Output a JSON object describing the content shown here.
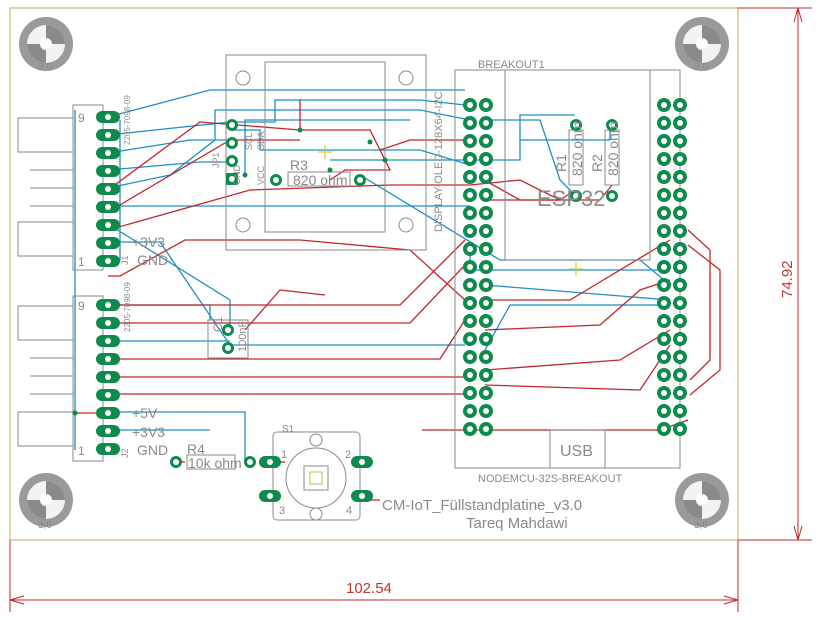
{
  "board": {
    "title": "CM-IoT_Füllstandplatine_v3.0",
    "author": "Tareq Mahdawi",
    "width_dimension": "102.54",
    "height_dimension": "74.92",
    "hole_label": "3,0"
  },
  "colors": {
    "outline": "#d6c98a",
    "top_copper": "#c0272d",
    "bottom_copper": "#1f8fc4",
    "pad": "#0f8a4e",
    "silkscreen": "#8a8a8a",
    "dimension": "#c0272d"
  },
  "components": {
    "display": {
      "name": "DISPLAY-OLED-128X64-I2C",
      "pin_labels": [
        "GND",
        "VCC",
        "SCL",
        "SDA"
      ],
      "jp": "JP1"
    },
    "breakout": {
      "name": "BREAKOUT1",
      "footer": "NODEMCU-32S-BREAKOUT",
      "chip": "ESP32",
      "usb": "USB"
    },
    "r1": {
      "name": "R1",
      "value": "820 ohm"
    },
    "r2": {
      "name": "R2",
      "value": "820 ohm"
    },
    "r3": {
      "name": "R3",
      "value": "820 ohm"
    },
    "r4": {
      "name": "R4",
      "value": "10k ohm"
    },
    "c1": {
      "name": "C1",
      "value": "100nF"
    },
    "s1": {
      "name": "S1",
      "pins": [
        "1",
        "2",
        "3",
        "4"
      ]
    },
    "j1": {
      "name": "J1",
      "part": "2205-7098-09",
      "top_pin": "9",
      "bottom_pin": "1",
      "labels": [
        "+3V3",
        "GND"
      ]
    },
    "j2": {
      "name": "J2",
      "part": "2205-7098-09",
      "top_pin": "9",
      "bottom_pin": "1",
      "labels": [
        "+5V",
        "+3V3",
        "GND"
      ]
    }
  }
}
